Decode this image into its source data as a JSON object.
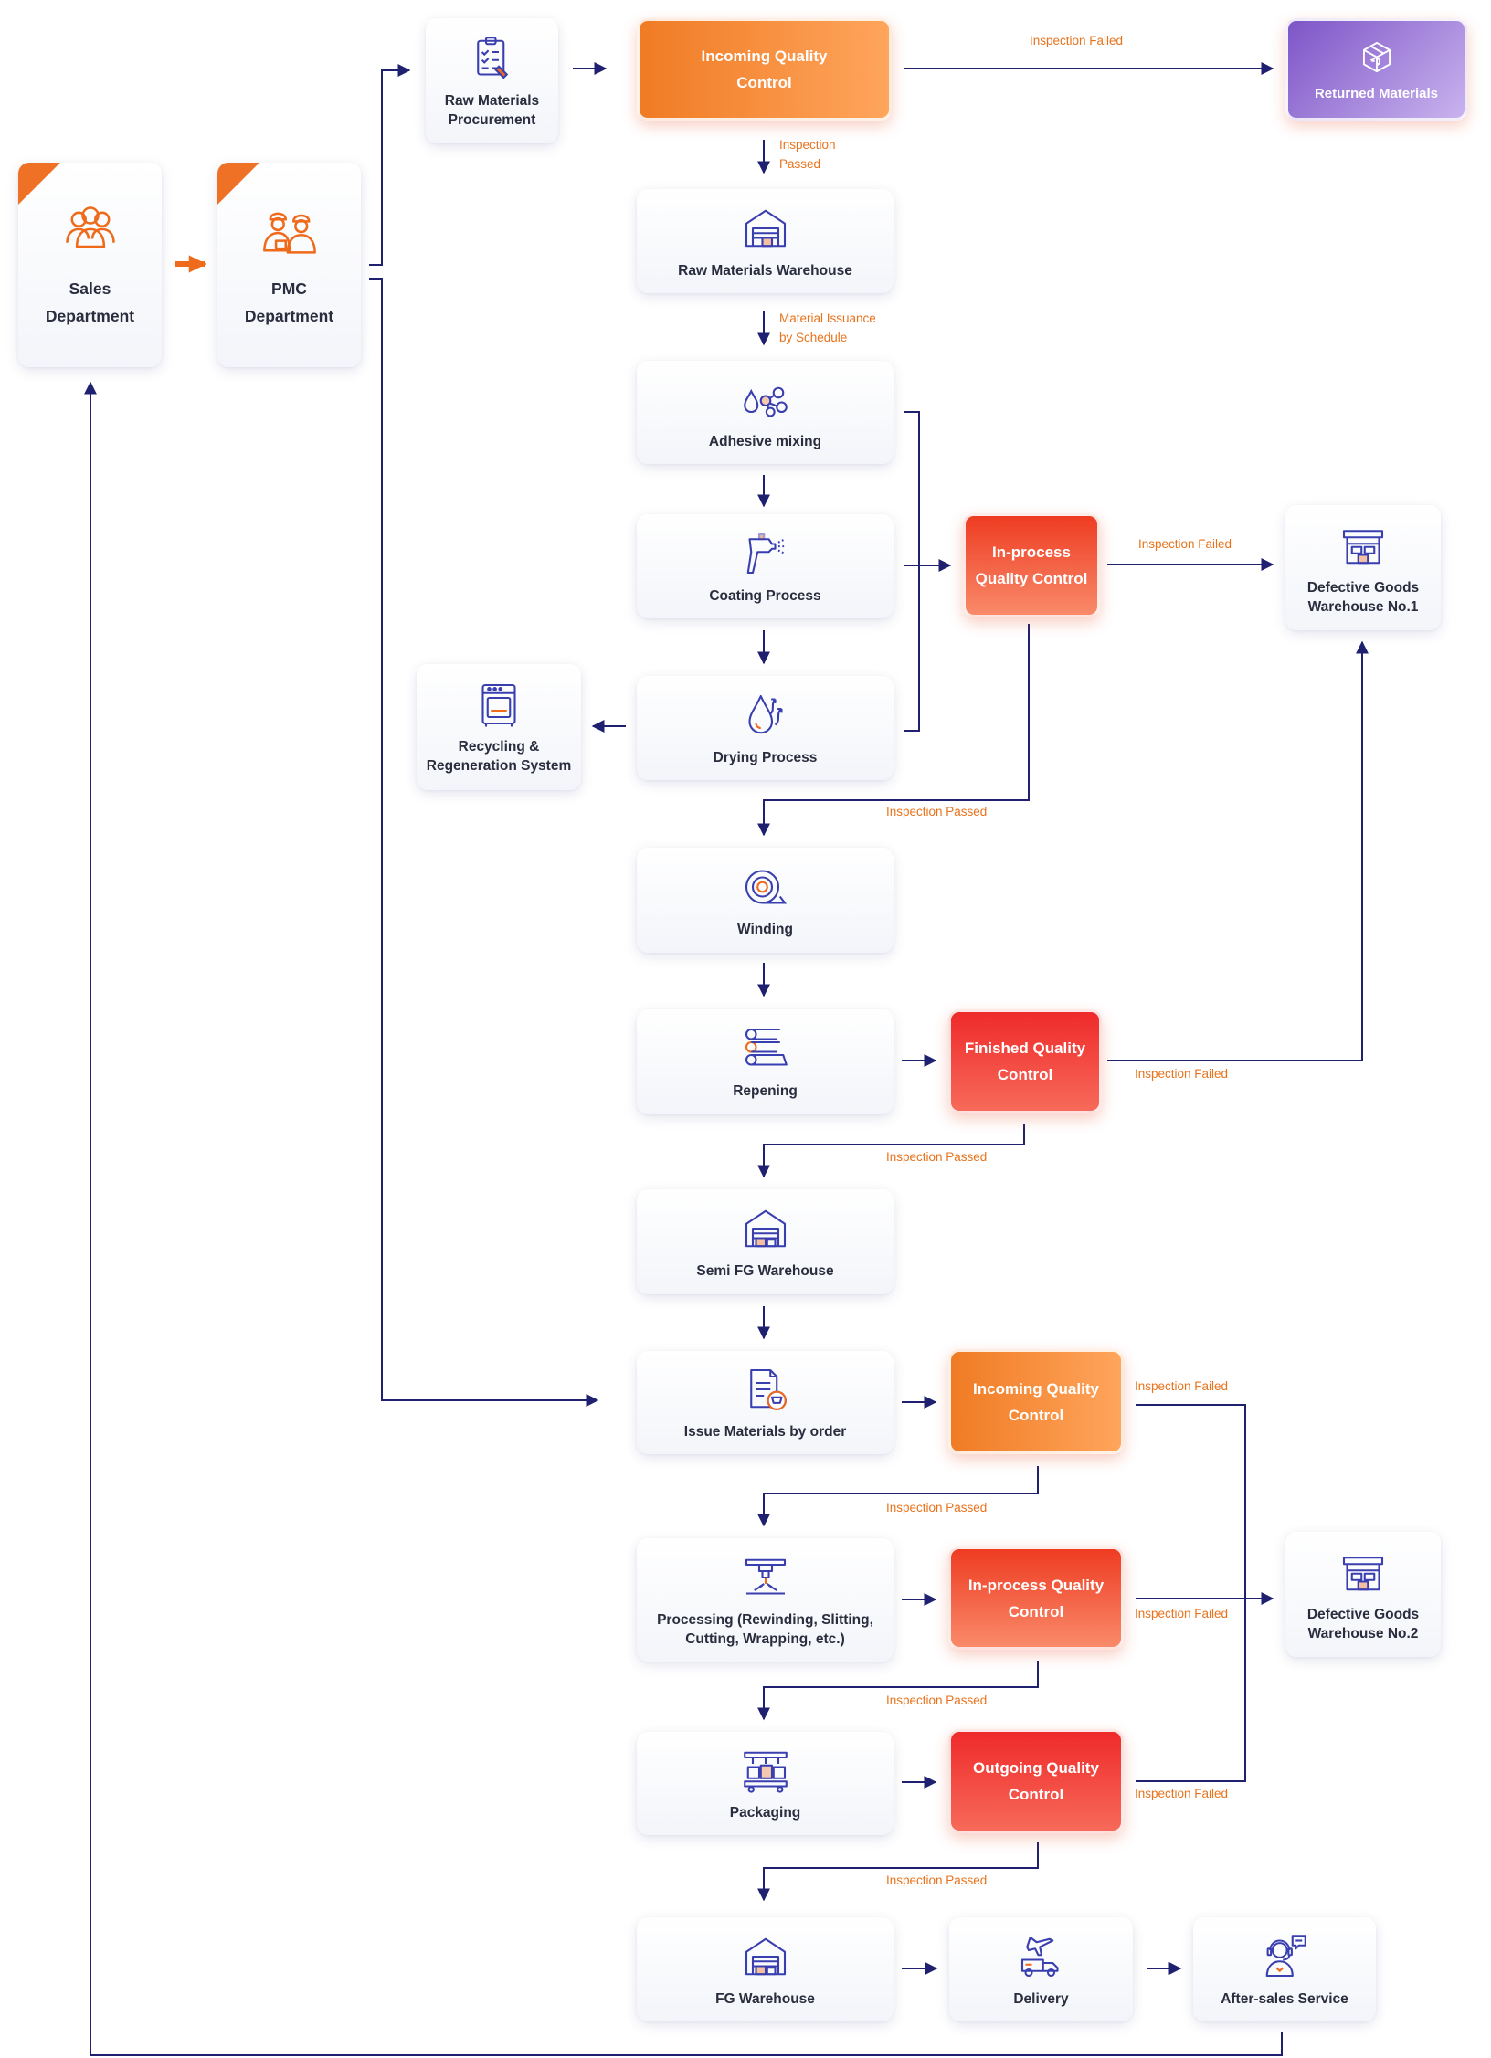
{
  "colors": {
    "line": "#1f2170",
    "orange": "#ef6a1a",
    "note": "#e8731c",
    "icon_blue": "#3a3fb0",
    "icon_orange": "#ef6a1a"
  },
  "nodes": {
    "sales": "Sales\nDepartment",
    "pmc": "PMC\nDepartment",
    "raw_procurement": "Raw Materials\nProcurement",
    "incoming_qc_1": "Incoming Quality\nControl",
    "returned_materials": "Returned Materials",
    "raw_warehouse": "Raw Materials Warehouse",
    "adhesive_mixing": "Adhesive mixing",
    "coating": "Coating Process",
    "drying": "Drying Process",
    "recycling": "Recycling &\nRegeneration System",
    "inprocess_qc_1": "In-process\nQuality Control",
    "defective_1": "Defective Goods\nWarehouse No.1",
    "winding": "Winding",
    "repening": "Repening",
    "finished_qc": "Finished Quality\nControl",
    "semi_fg": "Semi FG Warehouse",
    "issue_materials": "Issue Materials by order",
    "incoming_qc_2": "Incoming Quality\nControl",
    "processing": "Processing (Rewinding, Slitting,\nCutting, Wrapping, etc.)",
    "inprocess_qc_2": "In-process Quality\nControl",
    "defective_2": "Defective Goods\nWarehouse No.2",
    "packaging": "Packaging",
    "outgoing_qc": "Outgoing Quality\nControl",
    "fg_warehouse": "FG Warehouse",
    "delivery": "Delivery",
    "after_sales": "After-sales Service"
  },
  "notes": {
    "n1": "Inspection Failed",
    "n2": "Inspection\nPassed",
    "n3": "Material Issuance\nby Schedule",
    "n4": "Inspection Failed",
    "n5": "Inspection Passed",
    "n6": "Inspection  Failed",
    "n7": "Inspection Passed",
    "n8": "Inspection  Failed",
    "n9": "Inspection Passed",
    "n10": "Inspection  Failed",
    "n11": "Inspection Passed",
    "n12": "Inspection  Failed",
    "n13": "Inspection Passed"
  },
  "icons": {
    "sales": "team-icon",
    "pmc": "engineers-icon",
    "raw_procurement": "checklist-icon",
    "returned_materials": "return-box-icon",
    "raw_warehouse": "warehouse-icon",
    "adhesive_mixing": "molecule-icon",
    "coating": "spray-gun-icon",
    "drying": "drying-icon",
    "recycling": "oven-icon",
    "defective_1": "defective-warehouse-icon",
    "winding": "tape-roll-icon",
    "repening": "roller-icon",
    "semi_fg": "warehouse-icon",
    "issue_materials": "order-document-icon",
    "processing": "cutting-machine-icon",
    "defective_2": "defective-warehouse-icon",
    "packaging": "packaging-line-icon",
    "fg_warehouse": "warehouse-icon",
    "delivery": "delivery-icon",
    "after_sales": "customer-service-icon"
  }
}
